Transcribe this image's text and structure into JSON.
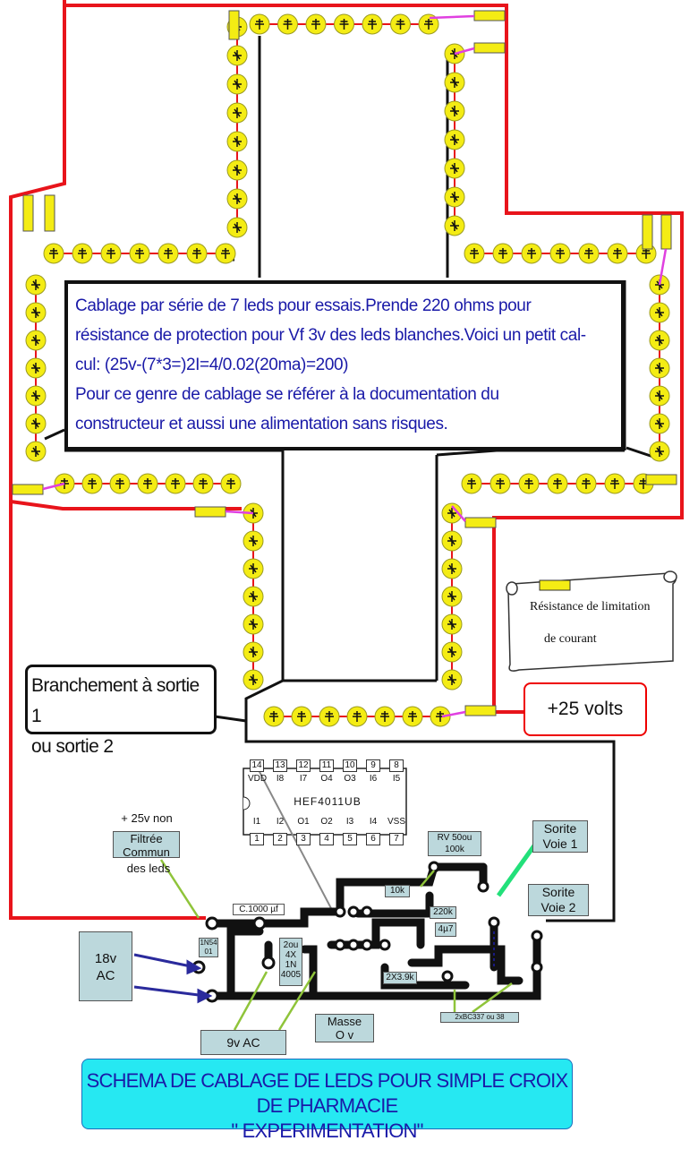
{
  "note": {
    "line1": "Cablage par série de 7 leds pour essais.Prende 220 ohms pour",
    "line2": "résistance de protection pour Vf 3v des leds blanches.Voici un petit cal-",
    "line3": "cul: (25v-(7*3=)2I=4/0.02(20ma)=200)",
    "line4": "Pour ce genre de cablage se référer à la documentation du",
    "line5": "constructeur et aussi une alimentation sans risques."
  },
  "branch": {
    "line1": "Branchement à sortie 1",
    "line2": "ou sortie 2"
  },
  "power": {
    "label": "+25 volts"
  },
  "resistor_note": {
    "line1": "Résistance de limitation",
    "line2": "de courant"
  },
  "chip": {
    "name": "HEF4011UB",
    "top_pins": [
      "14",
      "13",
      "12",
      "11",
      "10",
      "9",
      "8"
    ],
    "bottom_pins": [
      "1",
      "2",
      "3",
      "4",
      "5",
      "6",
      "7"
    ],
    "top_signals": [
      "VDD",
      "I8",
      "I7",
      "O4",
      "O3",
      "I6",
      "I5"
    ],
    "bottom_signals": [
      "I1",
      "I2",
      "O1",
      "O2",
      "I3",
      "I4",
      "VSS"
    ]
  },
  "circuit": {
    "plus25_label": "+ 25v non",
    "filtree": "Filtrée",
    "commun": "Commun",
    "des_leds": "des leds",
    "ac18_line1": "18v",
    "ac18_line2": "AC",
    "ac9": "9v AC",
    "diode": "1N54\n01",
    "cap": "C.1000 µf",
    "bridge": "2ou\n4X\n1N\n4005",
    "masse_line1": "Masse",
    "masse_line2": "O v",
    "rv_line1": "RV 50ou",
    "rv_line2": "100k",
    "r10k": "10k",
    "r220k": "220k",
    "c4u7": "4µ7",
    "r2x39k": "2X3.9k",
    "transistors": "2xBC337 ou 38",
    "out1_line1": "Sorite",
    "out1_line2": "Voie 1",
    "out2_line1": "Sorite",
    "out2_line2": "Voie 2"
  },
  "title": {
    "line1": "SCHEMA DE CABLAGE DE LEDS POUR SIMPLE CROIX DE PHARMACIE",
    "line2": "\" EXPERIMENTATION\""
  },
  "colors": {
    "wire_red": "#e8141b",
    "led_yellow": "#f4ec14",
    "resistor_pink": "#e040e0",
    "title_bg": "#26e8f2",
    "text_blue": "#1a1aa8"
  }
}
